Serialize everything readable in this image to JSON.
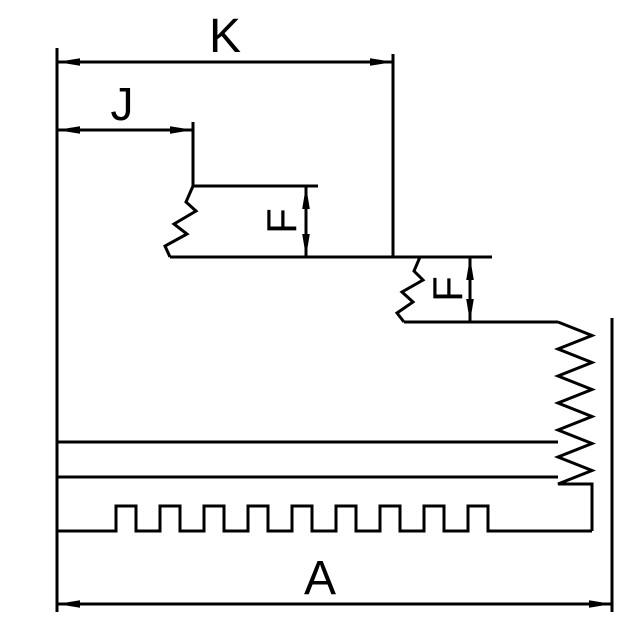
{
  "diagram": {
    "type": "technical-drawing",
    "subject": "chuck-jaw-cross-section",
    "labels": {
      "k": "K",
      "j": "J",
      "f_upper": "F",
      "f_lower": "F",
      "a": "A"
    },
    "colors": {
      "line": "#000000",
      "background": "#ffffff"
    }
  }
}
